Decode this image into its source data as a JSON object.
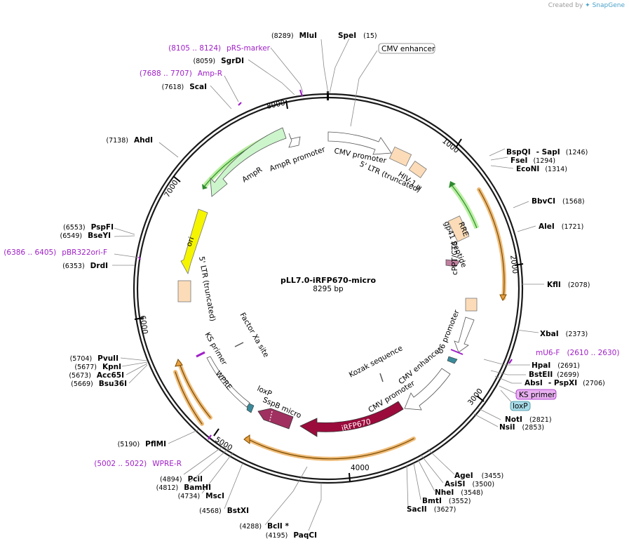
{
  "credit": {
    "prefix": "Created by",
    "brand": "SnapGene"
  },
  "plasmid": {
    "name": "pLL7.0-iRFP670-micro",
    "length_label": "8295 bp"
  },
  "ticks": [
    "1000",
    "2000",
    "3000",
    "4000",
    "5000",
    "6000",
    "7000",
    "8000"
  ],
  "sites_right": [
    {
      "name": "SpeI",
      "pos": "(15)"
    },
    {
      "name": "BspQI",
      "sep": "- SapI",
      "pos": "(1246)"
    },
    {
      "name": "FseI",
      "pos": "(1294)"
    },
    {
      "name": "EcoNI",
      "pos": "(1314)"
    },
    {
      "name": "BbvCI",
      "pos": "(1568)"
    },
    {
      "name": "AleI",
      "pos": "(1721)"
    },
    {
      "name": "KflI",
      "pos": "(2078)"
    },
    {
      "name": "XbaI",
      "pos": "(2373)"
    },
    {
      "name": "HpaI",
      "pos": "(2691)"
    },
    {
      "name": "BstEII",
      "pos": "(2699)"
    },
    {
      "name": "AbsI",
      "sep": "- PspXI",
      "pos": "(2706)"
    },
    {
      "name": "NotI",
      "pos": "(2821)"
    },
    {
      "name": "NsiI",
      "pos": "(2853)"
    },
    {
      "name": "AgeI",
      "pos": "(3455)"
    },
    {
      "name": "AsiSI",
      "pos": "(3500)"
    },
    {
      "name": "NheI",
      "pos": "(3548)"
    },
    {
      "name": "BmtI",
      "pos": "(3552)"
    },
    {
      "name": "SacII",
      "pos": "(3627)"
    }
  ],
  "sites_left": [
    {
      "name": "MluI",
      "pos": "(8289)"
    },
    {
      "name": "SgrDI",
      "pos": "(8059)"
    },
    {
      "name": "ScaI",
      "pos": "(7618)"
    },
    {
      "name": "AhdI",
      "pos": "(7138)"
    },
    {
      "name": "PspFI",
      "pos": "(6553)"
    },
    {
      "name": "BseYI",
      "pos": "(6549)"
    },
    {
      "name": "DrdI",
      "pos": "(6353)"
    },
    {
      "name": "PvuII",
      "pos": "(5704)"
    },
    {
      "name": "KpnI",
      "pos": "(5677)"
    },
    {
      "name": "Acc65I",
      "pos": "(5673)"
    },
    {
      "name": "Bsu36I",
      "pos": "(5669)"
    },
    {
      "name": "PflMI",
      "pos": "(5190)"
    },
    {
      "name": "PciI",
      "pos": "(4894)"
    },
    {
      "name": "BamHI",
      "pos": "(4812)"
    },
    {
      "name": "MscI",
      "pos": "(4734)"
    },
    {
      "name": "BstXI",
      "pos": "(4568)"
    },
    {
      "name": "BclI *",
      "pos": "(4288)"
    },
    {
      "name": "PaqCI",
      "pos": "(4195)"
    }
  ],
  "primers": [
    {
      "name": "pRS-marker",
      "range": "(8105 .. 8124)"
    },
    {
      "name": "Amp-R",
      "range": "(7688 .. 7707)"
    },
    {
      "name": "pBR322ori-F",
      "range": "(6386 .. 6405)"
    },
    {
      "name": "WPRE-R",
      "range": "(5002 .. 5022)"
    },
    {
      "name": "mU6-F",
      "range": "(2610 .. 2630)"
    }
  ],
  "boxed_labels": {
    "cmv_enhancer_outer": "CMV enhancer",
    "ks_primer": "KS primer",
    "loxp": "loxP"
  },
  "features": {
    "cmv_promoter_top": "CMV promoter",
    "ltr_top": "5' LTR (truncated)",
    "hiv_psi": "HIV-1 ψ",
    "rre": "RRE",
    "gp41": "gp41 peptide",
    "cppt": "cPPT/CTS",
    "u6": "U6 promoter",
    "kozak": "Kozak sequence",
    "cmv_enhancer_inner": "CMV enhancer",
    "cmv_promoter_inner": "CMV promoter",
    "irfp670": "iRFP670",
    "sspb": "SspB micro",
    "loxp_inner": "loxP",
    "wpre": "WPRE",
    "ks_primer_inner": "KS primer",
    "factor_xa": "Factor Xa site",
    "ltr_left": "5' LTR (truncated)",
    "ori": "ori",
    "ampr": "AmpR",
    "ampr_promoter": "AmpR promoter"
  },
  "colors": {
    "backbone": "#1a1a1a",
    "primer": "#a020c8",
    "ampr_fill": "#ccf5cc",
    "ampr_edge": "#2f8a2f",
    "ori_fill": "#f5f500",
    "ltr_fill": "#fcdcb8",
    "irfp_fill": "#9b0c3c",
    "sspb_fill": "#a03060",
    "orange_arc": "#e8a040",
    "loxp_fill": "#3a8a9a",
    "ks_box": "#e8b0f0",
    "loxp_box": "#a8dce8"
  }
}
